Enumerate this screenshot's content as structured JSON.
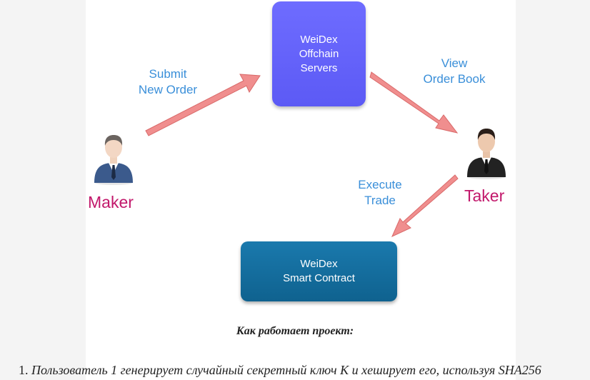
{
  "diagram": {
    "nodes": {
      "servers": {
        "line1": "WeiDex",
        "line2": "Offchain",
        "line3": "Servers",
        "color": "#6462fa"
      },
      "contract": {
        "line1": "WeiDex",
        "line2": "Smart Contract",
        "color": "#1570a0"
      }
    },
    "edges": {
      "submit": {
        "line1": "Submit",
        "line2": "New Order"
      },
      "view": {
        "line1": "View",
        "line2": "Order Book"
      },
      "execute": {
        "line1": "Execute",
        "line2": "Trade"
      }
    },
    "roles": {
      "maker": "Maker",
      "taker": "Taker"
    },
    "colors": {
      "edge_label": "#3a8fd9",
      "role_label": "#c2186b",
      "arrow": "#f08888"
    }
  },
  "caption": "Как работает проект:",
  "steps": [
    {
      "number": "1.",
      "text": "Пользователь 1 генерирует случайный секретный ключ K и хеширует его, используя SHA256"
    }
  ]
}
